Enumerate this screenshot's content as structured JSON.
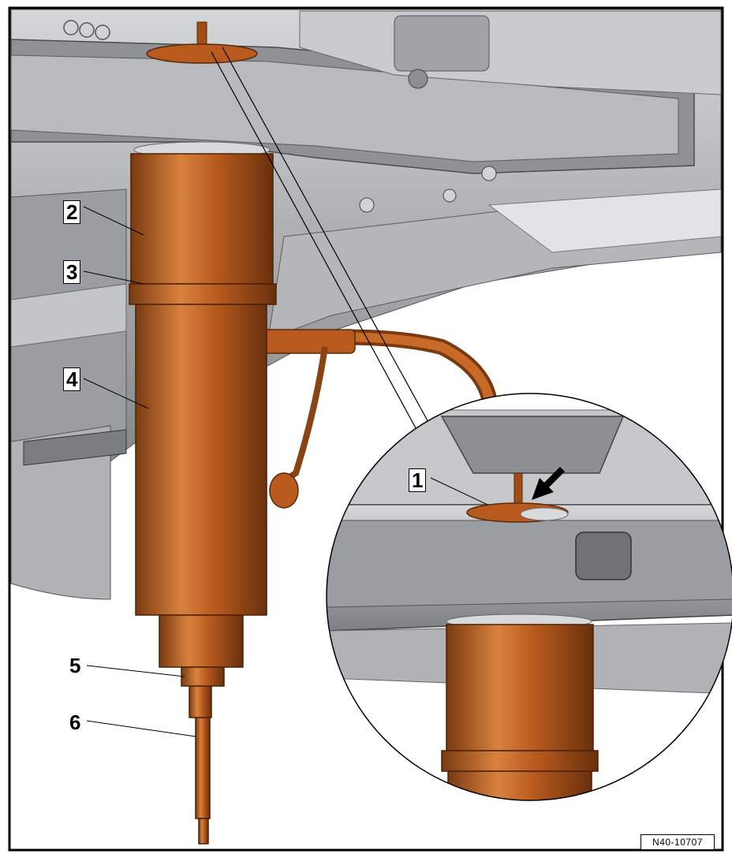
{
  "callouts": {
    "c1": "1",
    "c2": "2",
    "c3": "3",
    "c4": "4",
    "c5": "5",
    "c6": "6"
  },
  "figure_code": "N40-10707",
  "colors": {
    "tool": "#b85a1e",
    "tool_dark": "#7a3a10",
    "tool_light": "#d9823f",
    "chassis": "#a9abae",
    "chassis_dark": "#6f7276",
    "chassis_light": "#d4d6d8",
    "background": "#ffffff",
    "line": "#000000"
  },
  "icons": [
    "arrow-pointer-icon"
  ]
}
